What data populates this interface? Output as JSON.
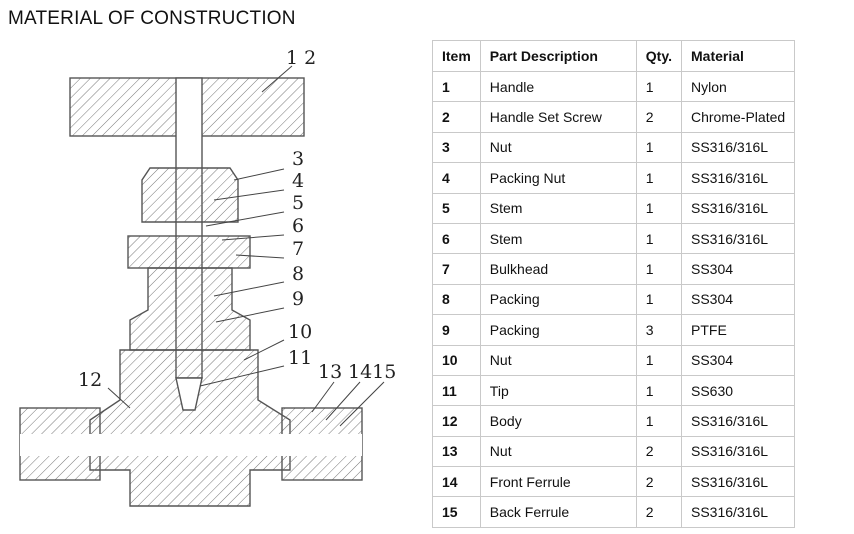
{
  "title": "MATERIAL OF CONSTRUCTION",
  "table": {
    "headers": [
      "Item",
      "Part Description",
      "Qty.",
      "Material"
    ],
    "rows": [
      [
        "1",
        "Handle",
        "1",
        "Nylon"
      ],
      [
        "2",
        "Handle Set Screw",
        "2",
        "Chrome-Plated"
      ],
      [
        "3",
        "Nut",
        "1",
        "SS316/316L"
      ],
      [
        "4",
        "Packing Nut",
        "1",
        "SS316/316L"
      ],
      [
        "5",
        "Stem",
        "1",
        "SS316/316L"
      ],
      [
        "6",
        "Stem",
        "1",
        "SS316/316L"
      ],
      [
        "7",
        "Bulkhead",
        "1",
        "SS304"
      ],
      [
        "8",
        "Packing",
        "1",
        "SS304"
      ],
      [
        "9",
        "Packing",
        "3",
        "PTFE"
      ],
      [
        "10",
        "Nut",
        "1",
        "SS304"
      ],
      [
        "11",
        "Tip",
        "1",
        "SS630"
      ],
      [
        "12",
        "Body",
        "1",
        "SS316/316L"
      ],
      [
        "13",
        "Nut",
        "2",
        "SS316/316L"
      ],
      [
        "14",
        "Front Ferrule",
        "2",
        "SS316/316L"
      ],
      [
        "15",
        "Back Ferrule",
        "2",
        "SS316/316L"
      ]
    ]
  },
  "drawing": {
    "callouts": {
      "top": "1 2",
      "c3": "3",
      "c4": "4",
      "c5": "5",
      "c6": "6",
      "c7": "7",
      "c8": "8",
      "c9": "9",
      "c10": "10",
      "c11": "11",
      "c12": "12",
      "c13": "13",
      "c1415": "1415"
    }
  }
}
